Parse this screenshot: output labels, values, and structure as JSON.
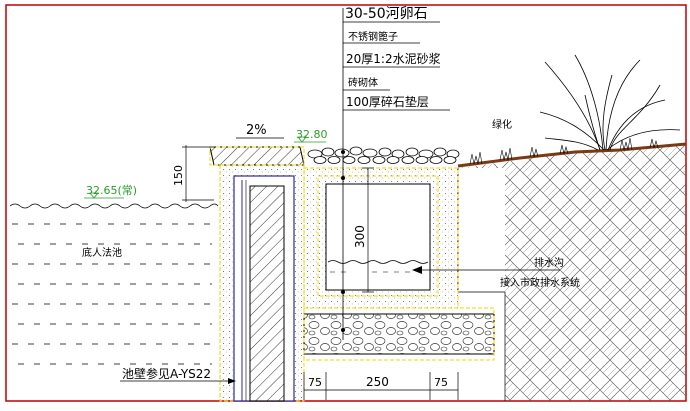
{
  "labels": {
    "callout_1": "30-50河卵石",
    "callout_2": "不锈钢篦子",
    "callout_3": "20厚1:2水泥砂浆",
    "callout_4": "砖砌体",
    "callout_5": "100厚碎石垫层",
    "slope": "2%",
    "elevation_top": "32.80",
    "elevation_water": "32.65(常)",
    "water_name": "底人法池",
    "greening": "绿化",
    "drain_name": "排水沟",
    "drain_note": "接入市政排水系统",
    "wall_ref": "池壁参见A-YS22",
    "dim_150": "150",
    "dim_300": "300",
    "dim_75_left": "75",
    "dim_250": "250",
    "dim_75_right": "75"
  },
  "colors": {
    "frame": "#c00000",
    "yellow": "#f2d800",
    "green": "#2a9d2a",
    "ink": "#000000",
    "blue": "#2a2aa0",
    "soil": "#7a3a14"
  }
}
